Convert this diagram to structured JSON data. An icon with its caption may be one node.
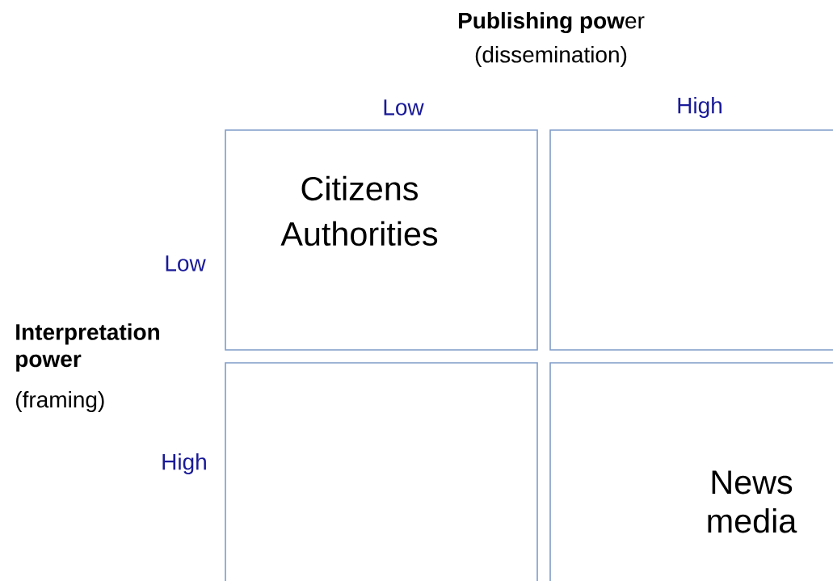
{
  "diagram": {
    "nodes": [
      {
        "text": [
          "Citizens",
          "Authorities"
        ]
      },
      {
        "text": [],
        "shape": "box"
      },
      {
        "text": [],
        "shape": "box"
      },
      {
        "text": [
          "News media"
        ]
      }
    ],
    "labels": [
      "**Publishing pow**er",
      "(dissemination)",
      "Low",
      "High",
      "Low",
      "Interpretation power",
      "(framing)",
      "High"
    ]
  }
}
